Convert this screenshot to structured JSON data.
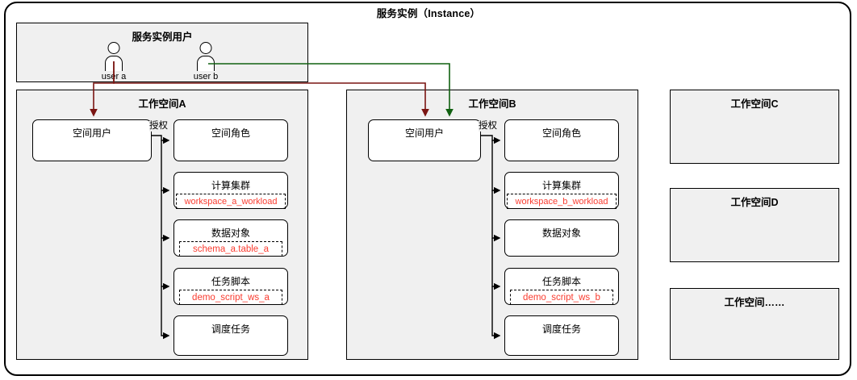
{
  "instance": {
    "title": "服务实例（Instance）"
  },
  "instance_users_panel": {
    "title": "服务实例用户",
    "users": [
      {
        "name": "user a",
        "icon": "user-icon"
      },
      {
        "name": "user b",
        "icon": "user-icon"
      }
    ]
  },
  "workspaces": [
    {
      "id": "a",
      "title": "工作空间A",
      "space_user": {
        "title": "空间用户"
      },
      "auth_label": "授权",
      "resources": [
        {
          "title": "空间角色",
          "chip": null
        },
        {
          "title": "计算集群",
          "chip": "workspace_a_workload"
        },
        {
          "title": "数据对象",
          "chip": "schema_a.table_a"
        },
        {
          "title": "任务脚本",
          "chip": "demo_script_ws_a"
        },
        {
          "title": "调度任务",
          "chip": null
        }
      ]
    },
    {
      "id": "b",
      "title": "工作空间B",
      "space_user": {
        "title": "空间用户"
      },
      "auth_label": "授权",
      "resources": [
        {
          "title": "空间角色",
          "chip": null
        },
        {
          "title": "计算集群",
          "chip": "workspace_b_workload"
        },
        {
          "title": "数据对象",
          "chip": null
        },
        {
          "title": "任务脚本",
          "chip": "demo_script_ws_b"
        },
        {
          "title": "调度任务",
          "chip": null
        }
      ]
    }
  ],
  "empty_workspaces": [
    {
      "title": "工作空间C"
    },
    {
      "title": "工作空间D"
    },
    {
      "title": "工作空间……"
    }
  ],
  "colors": {
    "user_a_flow": "#7a1512",
    "user_b_flow": "#106010",
    "chip_text": "#fa3c30",
    "panel_fill": "#f0f0f0",
    "stroke": "#000000"
  }
}
